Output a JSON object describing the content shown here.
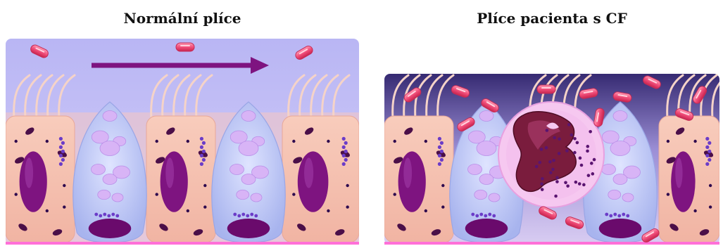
{
  "titles": {
    "normal": "Normální plíce",
    "cf": "Plíce pacienta s CF"
  },
  "colors": {
    "lumen": "#c8c4f8",
    "lumen_cf_top": "#3a2c78",
    "cilia": "#f5d3c8",
    "epithelial_cell": "#f6c6b4",
    "goblet_cell": "#b7c4f5",
    "nucleus": "#7e1480",
    "bacteria": "#f14e7a",
    "neutrophil": "#f6c8f0",
    "neutrophil_nucleus": "#7a1c3d",
    "arrow": "#7e1480",
    "basement": "#ff70d8"
  },
  "panels": [
    {
      "id": "normal",
      "condition": "healthy",
      "mucus_flow": "left-to-right",
      "bacteria_count": 3
    },
    {
      "id": "cf",
      "condition": "cystic-fibrosis",
      "mucus_flow": "none",
      "bacteria_count": 14,
      "neutrophil": true
    }
  ]
}
